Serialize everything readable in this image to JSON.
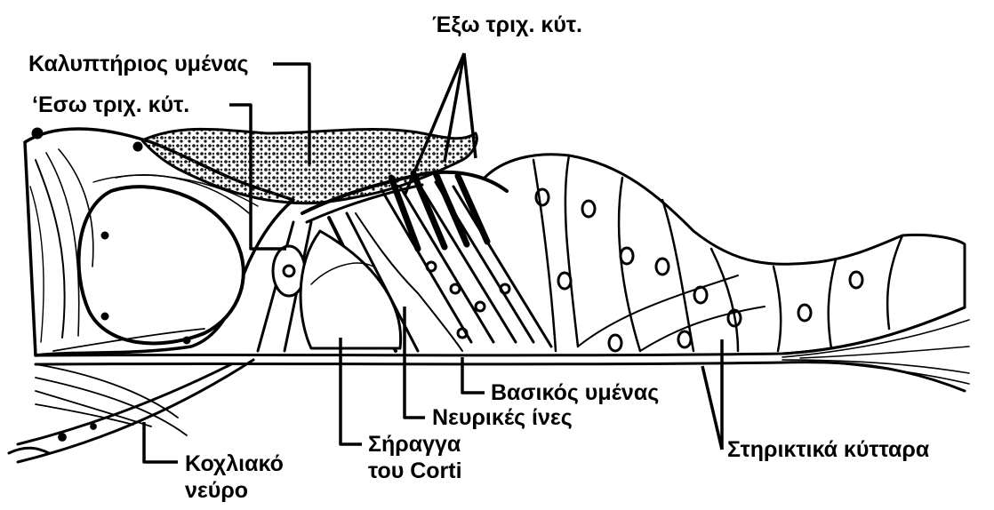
{
  "colors": {
    "ink": "#000000",
    "paper": "#ffffff",
    "stipple": "#555555"
  },
  "labels": {
    "tectorial_membrane": "Καλυπτήριος υμένας",
    "inner_hair_cells": "‘Εσω τριχ. κύτ.",
    "outer_hair_cells": "Έξω τριχ. κύτ.",
    "basilar_membrane": "Βασικός υμένας",
    "nerve_fibers": "Νευρικές ίνες",
    "supporting_cells": "Στηρικτικά κύτταρα",
    "tunnel_of_corti_line1": "Σήραγγα",
    "tunnel_of_corti_line2": "του Corti",
    "cochlear_nerve_line1": "Κοχλιακό",
    "cochlear_nerve_line2": "νεύρο"
  }
}
